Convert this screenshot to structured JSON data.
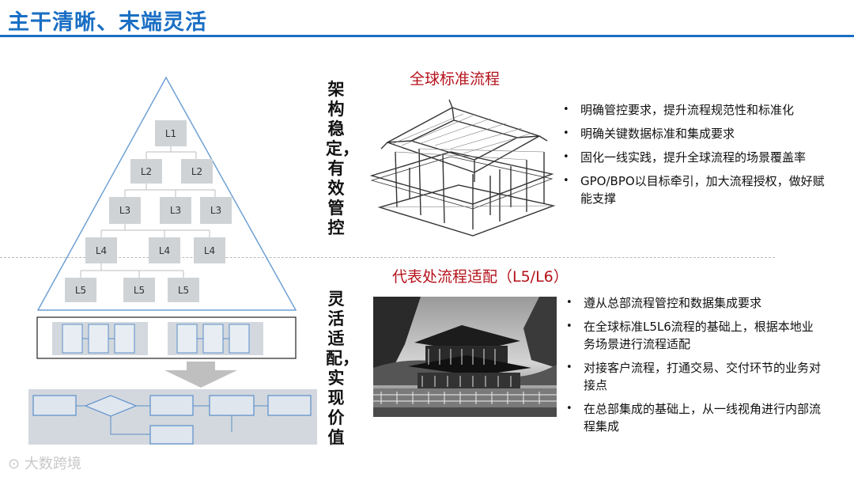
{
  "title": "主干清晰、末端灵活",
  "pyramid": {
    "levels": [
      {
        "label": "L1",
        "count": 1
      },
      {
        "label": "L2",
        "count": 2
      },
      {
        "label": "L3",
        "count": 3
      },
      {
        "label": "L4",
        "count": 3
      },
      {
        "label": "L5",
        "count": 3
      }
    ]
  },
  "top_section": {
    "side_label": "架构稳定，有效管控",
    "heading": "全球标准流程",
    "bullets": [
      "明确管控要求，提升流程规范性和标准化",
      "明确关键数据标准和集成要求",
      "固化一线实践，提升全球流程的场景覆盖率",
      "GPO/BPO以目标牵引，加大流程授权，做好赋能支撑"
    ]
  },
  "bottom_section": {
    "side_label": "灵活适配，实现价值",
    "heading": "代表处流程适配（L5/L6）",
    "bullets": [
      "遵从总部流程管控和数据集成要求",
      "在全球标准L5L6流程的基础上，根据本地业务场景进行流程适配",
      "对接客户流程，打通交易、交付环节的业务对接点",
      "在总部集成的基础上，从一线视角进行内部流程集成"
    ]
  },
  "watermark": "大数跨境",
  "colors": {
    "title": "#1a6fc4",
    "heading": "#b5121b",
    "box": "#d0d3d6",
    "flow_fill": "#dfe6ee",
    "flow_stroke": "#5b8ec9",
    "arrow": "#bfbfbf"
  }
}
